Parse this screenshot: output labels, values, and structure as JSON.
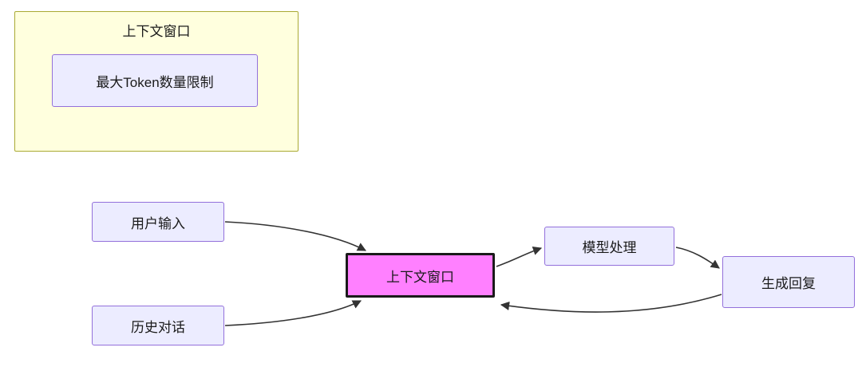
{
  "diagram": {
    "subgraph": {
      "title": "上下文窗口",
      "inner_node": "最大Token数量限制"
    },
    "nodes": {
      "user_input": "用户输入",
      "history_dialog": "历史对话",
      "context_window": "上下文窗口",
      "model_processing": "模型处理",
      "generate_reply": "生成回复"
    },
    "colors": {
      "canvas_bg": "#FFFFFF",
      "subgraph_fill": "#FFFFDE",
      "subgraph_border": "#AAAA33",
      "node_fill": "#ECECFF",
      "node_border": "#9370DB",
      "highlight_fill": "#FF80FF",
      "highlight_border": "#1A1A1A",
      "edge_color": "#333333",
      "text_color": "#1A1A1A"
    }
  }
}
